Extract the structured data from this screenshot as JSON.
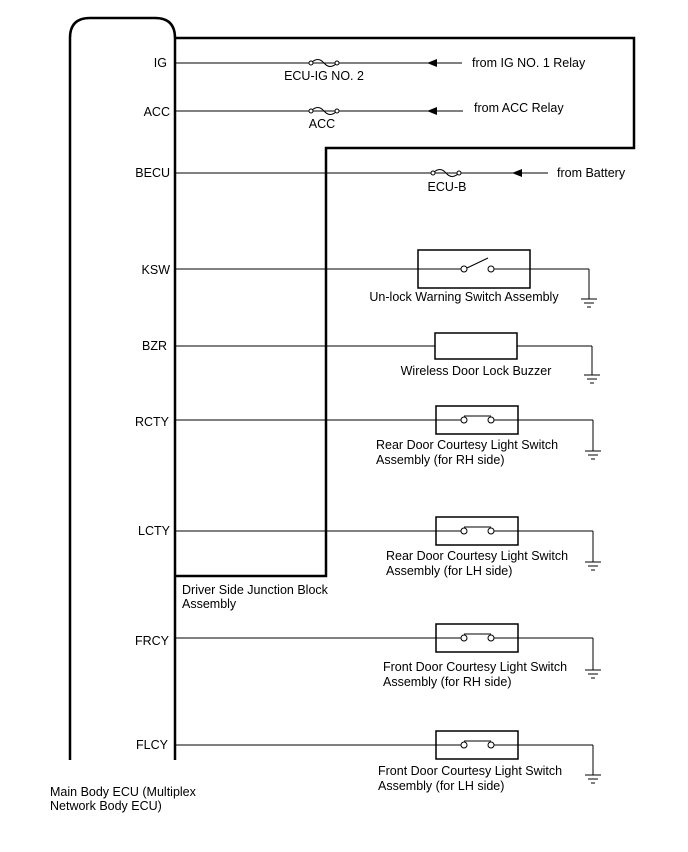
{
  "ecu": {
    "label_line1": "Main Body ECU (Multiplex",
    "label_line2": "Network Body ECU)"
  },
  "junction_block": {
    "label_line1": "Driver Side Junction Block",
    "label_line2": "Assembly"
  },
  "pins": {
    "ig": "IG",
    "acc": "ACC",
    "becu": "BECU",
    "ksw": "KSW",
    "bzr": "BZR",
    "rcty": "RCTY",
    "lcty": "LCTY",
    "frcy": "FRCY",
    "flcy": "FLCY"
  },
  "fuses": {
    "ig": "ECU-IG NO. 2",
    "acc": "ACC",
    "becu": "ECU-B"
  },
  "sources": {
    "ig": "from IG NO. 1 Relay",
    "acc": "from ACC Relay",
    "becu": "from Battery"
  },
  "components": {
    "unlock_switch": "Un-lock Warning Switch Assembly",
    "buzzer": "Wireless Door Lock Buzzer",
    "rear_rh_line1": "Rear Door Courtesy Light Switch",
    "rear_rh_line2": "Assembly (for RH side)",
    "rear_lh_line1": "Rear Door Courtesy Light Switch",
    "rear_lh_line2": "Assembly (for LH side)",
    "front_rh_line1": "Front Door Courtesy Light Switch",
    "front_rh_line2": "Assembly (for RH side)",
    "front_lh_line1": "Front Door Courtesy Light Switch",
    "front_lh_line2": "Assembly (for LH side)"
  }
}
